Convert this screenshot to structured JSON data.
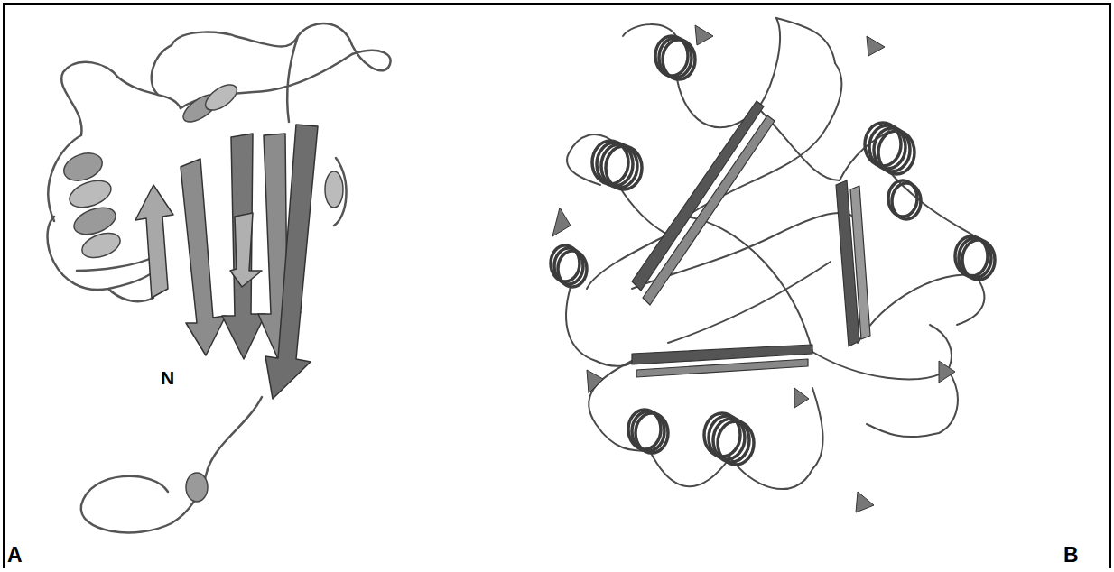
{
  "diagram": {
    "labels": [
      "N",
      "A",
      "B"
    ]
  }
}
